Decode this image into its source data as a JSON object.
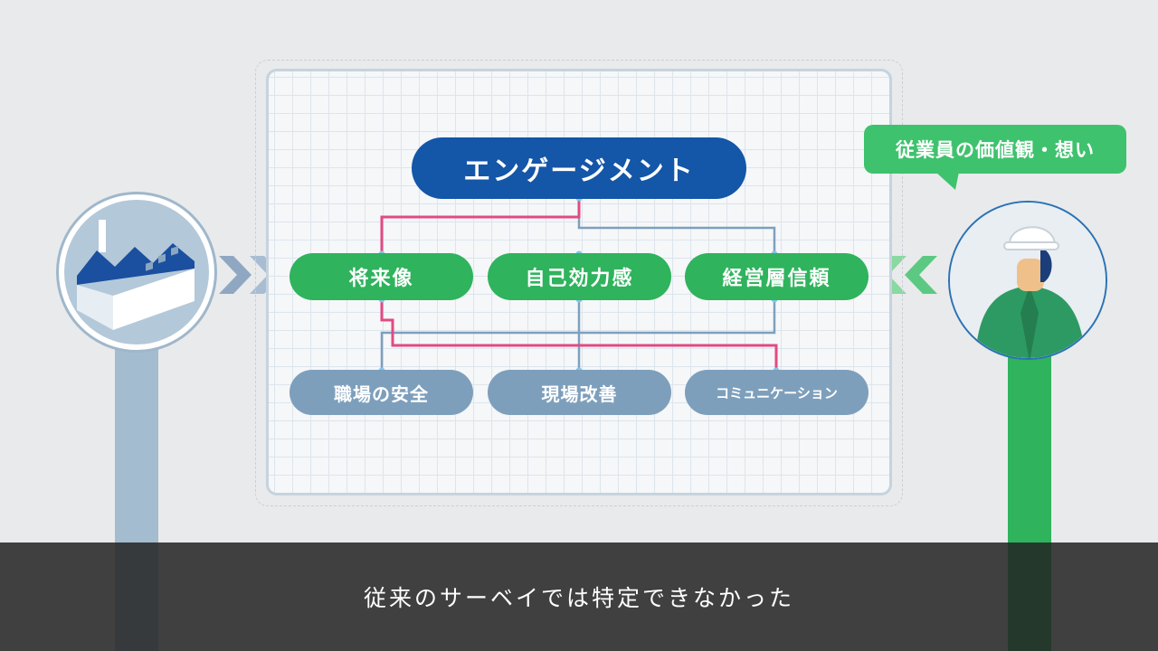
{
  "diagram": {
    "root": "エンゲージメント",
    "factors": [
      "将来像",
      "自己効力感",
      "経営層信頼"
    ],
    "items": [
      "職場の安全",
      "現場改善",
      "コミュニケーション"
    ]
  },
  "bubble": {
    "text": "従業員の価値観・想い"
  },
  "subtitle": {
    "text": "従来のサーベイでは特定できなかった"
  },
  "icons": {
    "left": "factory-icon",
    "right": "worker-icon",
    "left_arrows": "chevron-right-icon",
    "right_arrows": "chevron-left-icon"
  },
  "colors": {
    "navy": "#1456a8",
    "green": "#2fb35d",
    "steel": "#7e9fbc",
    "pink": "#e24a82",
    "pillar_left": "#a3bcd0",
    "subtitle_bg": "#242424"
  }
}
